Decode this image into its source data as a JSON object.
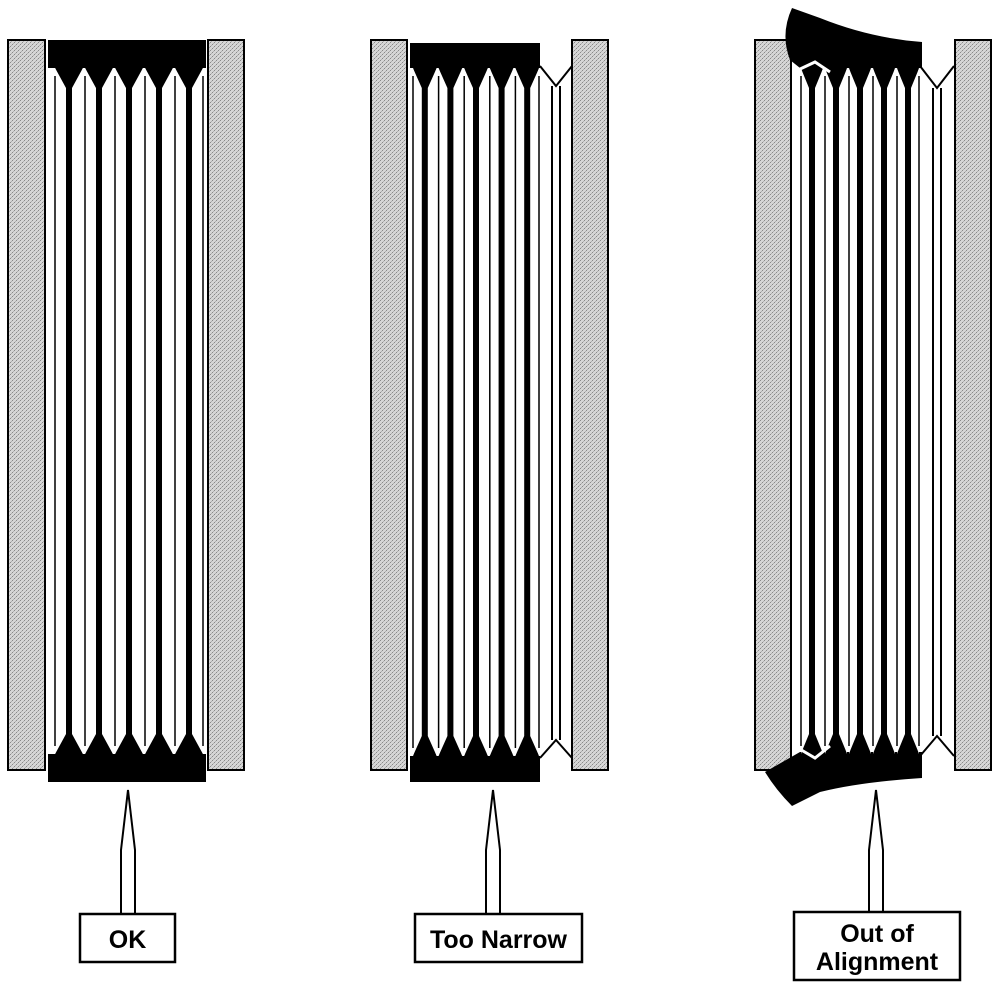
{
  "colors": {
    "background": "#ffffff",
    "ink": "#000000",
    "frame_fill": "#c8c8c8",
    "pleat_gap": "#ffffff"
  },
  "labels": {
    "ok": "OK",
    "too_narrow": "Too Narrow",
    "out_of_alignment_line1": "Out of",
    "out_of_alignment_line2": "Alignment"
  }
}
